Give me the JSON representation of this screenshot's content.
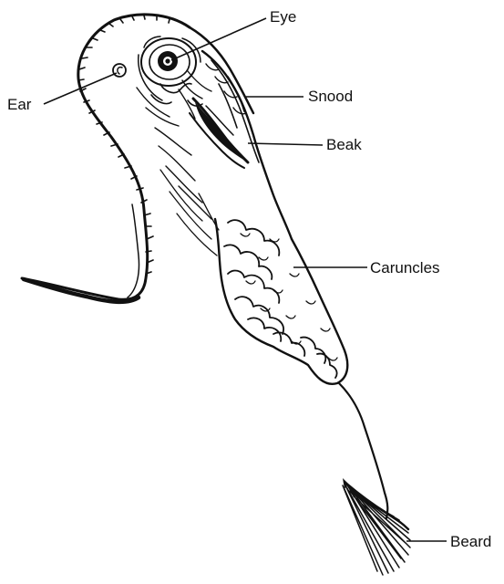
{
  "labels": {
    "eye": "Eye",
    "ear": "Ear",
    "snood": "Snood",
    "beak": "Beak",
    "caruncles": "Caruncles",
    "beard": "Beard"
  },
  "colors": {
    "ink": "#111111",
    "background": "#ffffff"
  }
}
